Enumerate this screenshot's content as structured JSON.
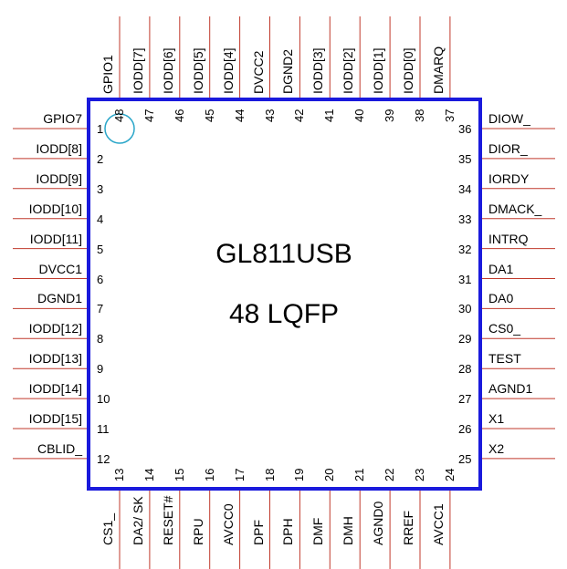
{
  "chip": {
    "part_name": "GL811USB",
    "package": "48 LQFP"
  },
  "colors": {
    "body_outline": "#1a1adc",
    "pin_line": "#c0392b",
    "pin1_marker": "#2aa6c9",
    "text": "#000000"
  },
  "pins": {
    "left": [
      {
        "num": "1",
        "name": "GPIO7"
      },
      {
        "num": "2",
        "name": "IODD[8]"
      },
      {
        "num": "3",
        "name": "IODD[9]"
      },
      {
        "num": "4",
        "name": "IODD[10]"
      },
      {
        "num": "5",
        "name": "IODD[11]"
      },
      {
        "num": "6",
        "name": "DVCC1"
      },
      {
        "num": "7",
        "name": "DGND1"
      },
      {
        "num": "8",
        "name": "IODD[12]"
      },
      {
        "num": "9",
        "name": "IODD[13]"
      },
      {
        "num": "10",
        "name": "IODD[14]"
      },
      {
        "num": "11",
        "name": "IODD[15]"
      },
      {
        "num": "12",
        "name": "CBLID_"
      }
    ],
    "bottom": [
      {
        "num": "13",
        "name": "CS1_"
      },
      {
        "num": "14",
        "name": "DA2/ SK"
      },
      {
        "num": "15",
        "name": "RESET#"
      },
      {
        "num": "16",
        "name": "RPU"
      },
      {
        "num": "17",
        "name": "AVCC0"
      },
      {
        "num": "18",
        "name": "DPF"
      },
      {
        "num": "19",
        "name": "DPH"
      },
      {
        "num": "20",
        "name": "DMF"
      },
      {
        "num": "21",
        "name": "DMH"
      },
      {
        "num": "22",
        "name": "AGND0"
      },
      {
        "num": "23",
        "name": "RREF"
      },
      {
        "num": "24",
        "name": "AVCC1"
      }
    ],
    "right": [
      {
        "num": "36",
        "name": "DIOW_"
      },
      {
        "num": "35",
        "name": "DIOR_"
      },
      {
        "num": "34",
        "name": "IORDY"
      },
      {
        "num": "33",
        "name": "DMACK_"
      },
      {
        "num": "32",
        "name": "INTRQ"
      },
      {
        "num": "31",
        "name": "DA1"
      },
      {
        "num": "30",
        "name": "DA0"
      },
      {
        "num": "29",
        "name": "CS0_"
      },
      {
        "num": "28",
        "name": "TEST"
      },
      {
        "num": "27",
        "name": "AGND1"
      },
      {
        "num": "26",
        "name": "X1"
      },
      {
        "num": "25",
        "name": "X2"
      }
    ],
    "top": [
      {
        "num": "48",
        "name": "GPIO1"
      },
      {
        "num": "47",
        "name": "IODD[7]"
      },
      {
        "num": "46",
        "name": "IODD[6]"
      },
      {
        "num": "45",
        "name": "IODD[5]"
      },
      {
        "num": "44",
        "name": "IODD[4]"
      },
      {
        "num": "43",
        "name": "DVCC2"
      },
      {
        "num": "42",
        "name": "DGND2"
      },
      {
        "num": "41",
        "name": "IODD[3]"
      },
      {
        "num": "40",
        "name": "IODD[2]"
      },
      {
        "num": "39",
        "name": "IODD[1]"
      },
      {
        "num": "38",
        "name": "IODD[0]"
      },
      {
        "num": "37",
        "name": "DMARQ"
      }
    ]
  }
}
